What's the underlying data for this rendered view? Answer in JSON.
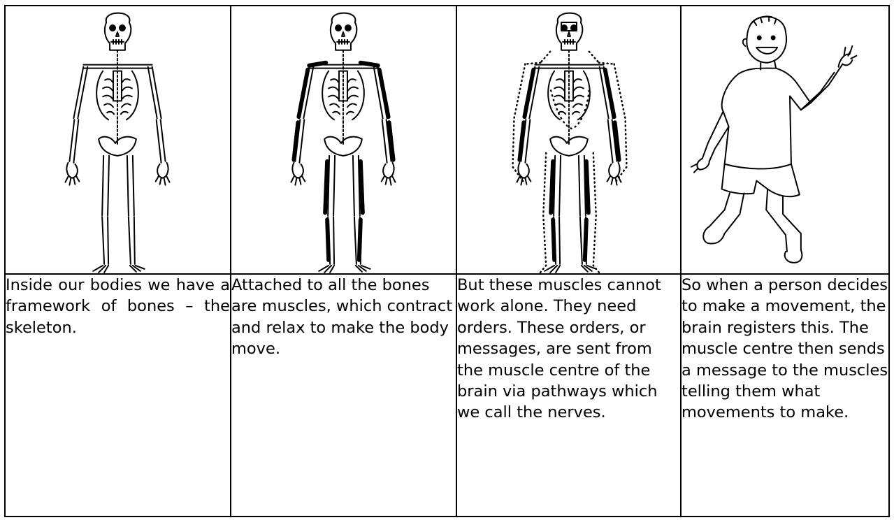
{
  "panels": [
    {
      "caption": "Inside our bodies we have a framework of bones – the skeleton.",
      "figure": "skeleton"
    },
    {
      "caption": "Attached to all the bones are muscles, which contract and relax to make the body move.",
      "figure": "skeleton-with-muscles"
    },
    {
      "caption": "But these muscles cannot work alone. They need orders. These orders, or messages, are sent from the muscle centre of the brain via pathways which we call the nerves.",
      "figure": "skeleton-with-muscles-and-nerves"
    },
    {
      "caption": "So when a person decides to make a movement, the brain registers this. The muscle centre then sends a message to the muscles telling them what movements to make.",
      "figure": "boy-walking-and-waving"
    }
  ],
  "colors": {
    "ink": "#000000",
    "background": "#ffffff"
  }
}
